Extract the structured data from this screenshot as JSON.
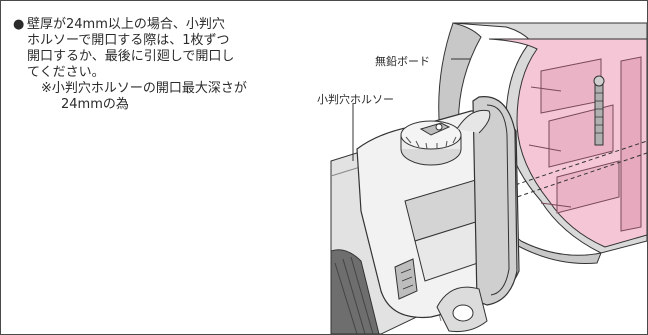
{
  "note": {
    "bullet": "●",
    "line1": "壁厚が24mm以上の場合、小判穴",
    "line2": "ホルソーで開口する際は、1枚ずつ",
    "line3": "開口するか、最後に引廻しで開口し",
    "line4": "てください。",
    "line5": "※小判穴ホルソーの開口最大深さが",
    "line6": "24mmの為"
  },
  "labels": {
    "board": "無鉛ボード",
    "hole_saw": "小判穴ホルソー"
  },
  "colors": {
    "board_pink": "#f4c6d6",
    "board_grey": "#d9d9d9",
    "outline": "#333333",
    "tool_light": "#f2f2f2",
    "tool_mid": "#d4d4d4",
    "tool_dark": "#8a8a8a"
  }
}
